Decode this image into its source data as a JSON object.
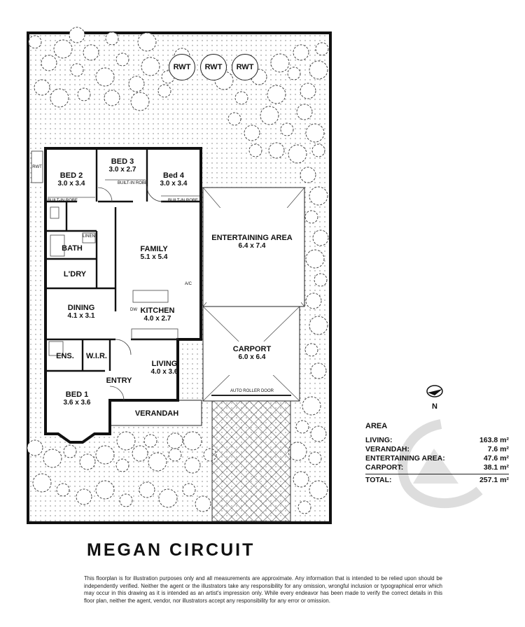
{
  "rainwater_tanks": [
    "RWT",
    "RWT",
    "RWT"
  ],
  "side_tank": "RWT",
  "rooms": {
    "bed2": {
      "name": "BED 2",
      "dim": "3.0 x 3.4"
    },
    "bed3": {
      "name": "BED 3",
      "dim": "3.0 x 2.7"
    },
    "bed4": {
      "name": "Bed 4",
      "dim": "3.0 x 3.4"
    },
    "family": {
      "name": "FAMILY",
      "dim": "5.1 x 5.4"
    },
    "entertaining": {
      "name": "ENTERTAINING AREA",
      "dim": "6.4 x 7.4"
    },
    "dining": {
      "name": "DINING",
      "dim": "4.1 x 3.1"
    },
    "kitchen": {
      "name": "KITCHEN",
      "dim": "4.0 x 2.7"
    },
    "carport": {
      "name": "CARPORT",
      "dim": "6.0 x 6.4"
    },
    "living": {
      "name": "LIVING",
      "dim": "4.0 x 3.6"
    },
    "bed1": {
      "name": "BED 1",
      "dim": "3.6 x 3.6"
    },
    "bath": {
      "name": "BATH"
    },
    "laundry": {
      "name": "L'DRY"
    },
    "ensuite": {
      "name": "ENS."
    },
    "wir": {
      "name": "W.I.R."
    },
    "entry": {
      "name": "ENTRY"
    },
    "verandah": {
      "name": "VERANDAH"
    }
  },
  "fixtures": {
    "robe_bed2": "BUILT-IN ROBE",
    "robe_bed3": "BUILT-IN ROBE",
    "robe_bed4": "BUILT-IN ROBE",
    "linen": "LINEN",
    "ac": "A/C",
    "dw": "DW",
    "roller_door": "AUTO ROLLER DOOR"
  },
  "north": "N",
  "area": {
    "title": "AREA",
    "rows": [
      {
        "label": "LIVING:",
        "value": "163.8 m²"
      },
      {
        "label": "VERANDAH:",
        "value": "7.6 m²"
      },
      {
        "label": "ENTERTAINING AREA:",
        "value": "47.6 m²"
      },
      {
        "label": "CARPORT:",
        "value": "38.1 m²"
      }
    ],
    "total": {
      "label": "TOTAL:",
      "value": "257.1 m²"
    }
  },
  "title": "MEGAN CIRCUIT",
  "disclaimer": "This floorplan is for illustration purposes only and all measurements are approximate. Any information that is intended to be relied upon should be independently verified. Neither the agent or the illustrators take any responsibility for any omission, wrongful inclusion or typographical error which may occur in this drawing as it is intended as an artist's impression only. While every endeavor has been made to verify the correct details in this floor plan, neither the agent, vendor, nor illustrators accept any responsibility for any error or omission."
}
